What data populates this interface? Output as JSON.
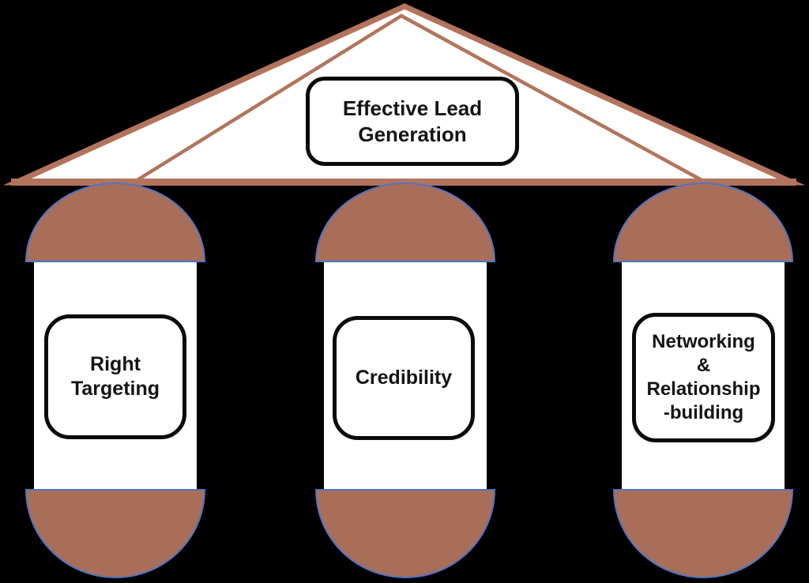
{
  "diagram": {
    "type": "pediment-and-pillars",
    "roof": {
      "label": "Effective Lead\nGeneration"
    },
    "pillars": [
      {
        "id": "right-targeting",
        "label": "Right\nTargeting"
      },
      {
        "id": "credibility",
        "label": "Credibility"
      },
      {
        "id": "networking-relationship-building",
        "label": "Networking\n&\nRelationship\n-building"
      }
    ]
  },
  "colors": {
    "background": "#000000",
    "roof_brown": "#b2745d",
    "pillar_brown": "#a96e5a",
    "cap_outline_blue": "#4f74c0",
    "box_border_black": "#0b0b0b",
    "white": "#ffffff"
  }
}
